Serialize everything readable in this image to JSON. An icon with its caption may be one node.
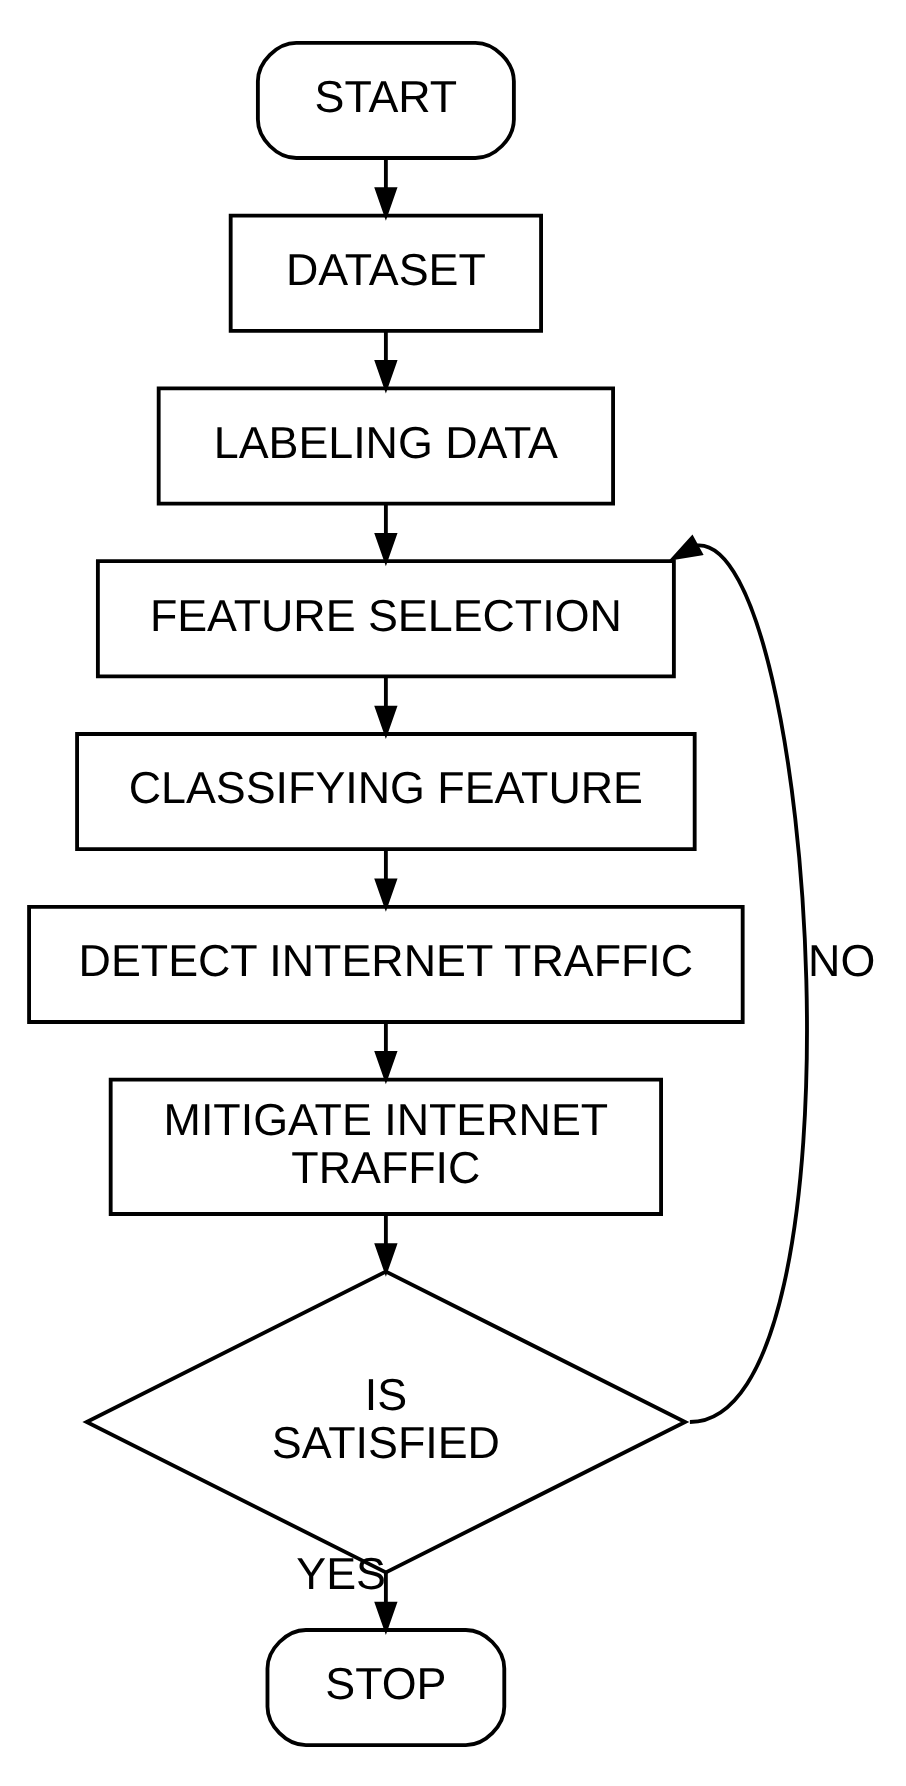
{
  "diagram": {
    "nodes": [
      {
        "text": [
          "START"
        ]
      },
      {
        "text": [
          "DATASET"
        ]
      },
      {
        "text": [
          "LABELING DATA"
        ]
      },
      {
        "text": [
          "FEATURE SELECTION"
        ]
      },
      {
        "text": [
          "CLASSIFYING FEATURE"
        ]
      },
      {
        "text": [
          "DETECT INTERNET TRAFFIC"
        ]
      },
      {
        "text": [
          "MITIGATE INTERNET TRAFFIC"
        ]
      },
      {
        "text": [
          "IS SATISFIED"
        ]
      },
      {
        "text": [
          "STOP"
        ]
      }
    ],
    "edges": [
      {
        "from": 0,
        "to": 1,
        "arrow": "to"
      },
      {
        "from": 1,
        "to": 2,
        "arrow": "to"
      },
      {
        "from": 2,
        "to": 3,
        "arrow": "to"
      },
      {
        "from": 3,
        "to": 4,
        "arrow": "to"
      },
      {
        "from": 4,
        "to": 5,
        "arrow": "to"
      },
      {
        "from": 5,
        "to": 6,
        "arrow": "to"
      },
      {
        "from": 6,
        "to": 7,
        "arrow": "to"
      },
      {
        "from": 7,
        "to": 3,
        "arrow": "to",
        "label": "NO"
      },
      {
        "from": 7,
        "to": 8,
        "arrow": "to",
        "label": "YES"
      }
    ]
  }
}
